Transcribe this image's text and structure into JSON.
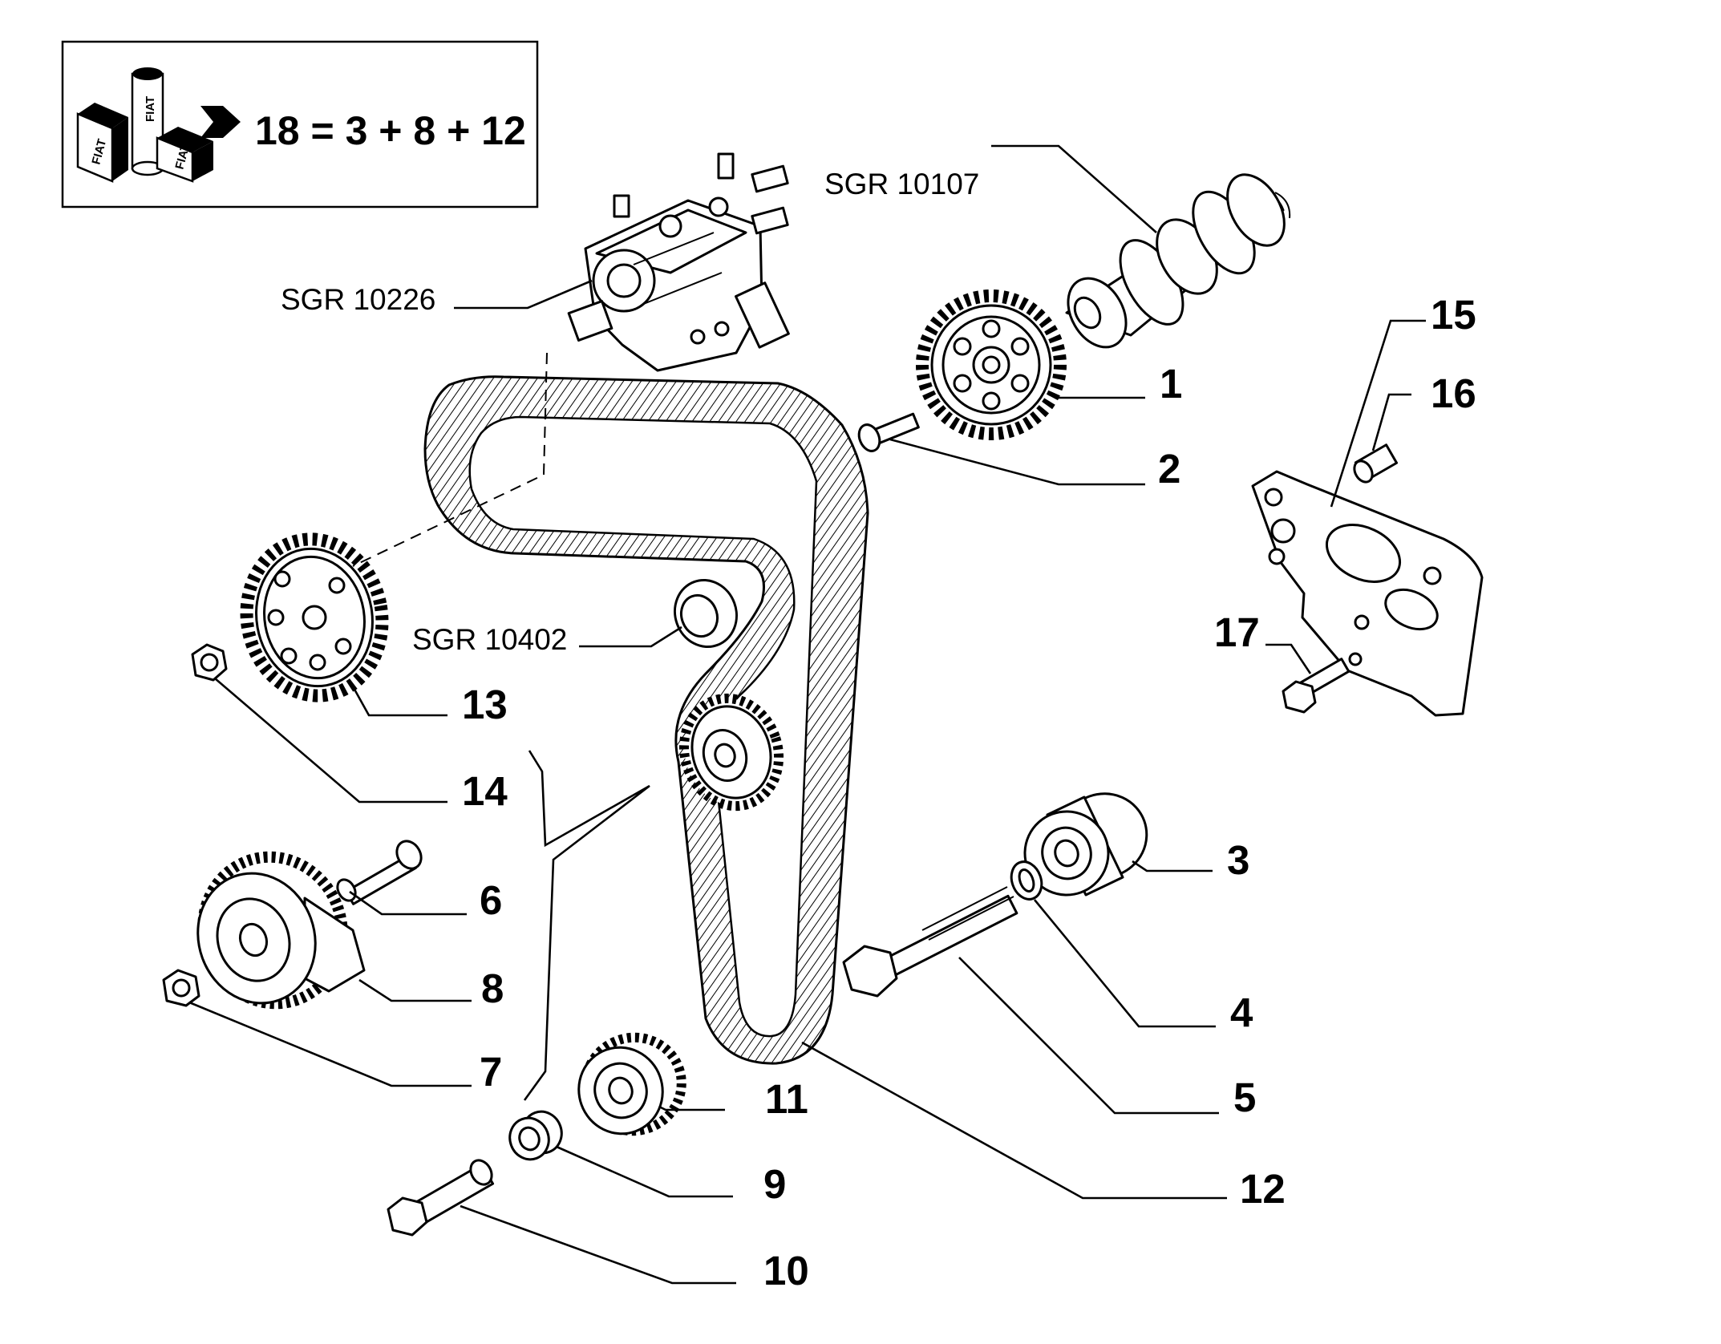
{
  "kit": {
    "formula": "18 = 3 + 8 + 12",
    "brand": "FIAT"
  },
  "tool_labels": [
    {
      "text": "SGR 10107",
      "target": "camshaft"
    },
    {
      "text": "SGR 10226",
      "target": "injection-pump"
    },
    {
      "text": "SGR 10402",
      "target": "belt-idler"
    }
  ],
  "callouts": [
    {
      "ref": "1",
      "part": "camshaft-pulley"
    },
    {
      "ref": "2",
      "part": "pulley-bolt"
    },
    {
      "ref": "3",
      "part": "idler-roller"
    },
    {
      "ref": "4",
      "part": "spacer-ring"
    },
    {
      "ref": "5",
      "part": "idler-bolt"
    },
    {
      "ref": "6",
      "part": "tensioner-stud"
    },
    {
      "ref": "7",
      "part": "tensioner-nut"
    },
    {
      "ref": "8",
      "part": "tensioner-pulley"
    },
    {
      "ref": "9",
      "part": "bushing"
    },
    {
      "ref": "10",
      "part": "flanged-bolt"
    },
    {
      "ref": "11",
      "part": "crankshaft-sprocket"
    },
    {
      "ref": "12",
      "part": "timing-belt"
    },
    {
      "ref": "13",
      "part": "pump-pulley"
    },
    {
      "ref": "14",
      "part": "pump-pulley-nut"
    },
    {
      "ref": "15",
      "part": "cover-bracket"
    },
    {
      "ref": "16",
      "part": "dowel-pin"
    },
    {
      "ref": "17",
      "part": "bracket-bolt"
    }
  ]
}
